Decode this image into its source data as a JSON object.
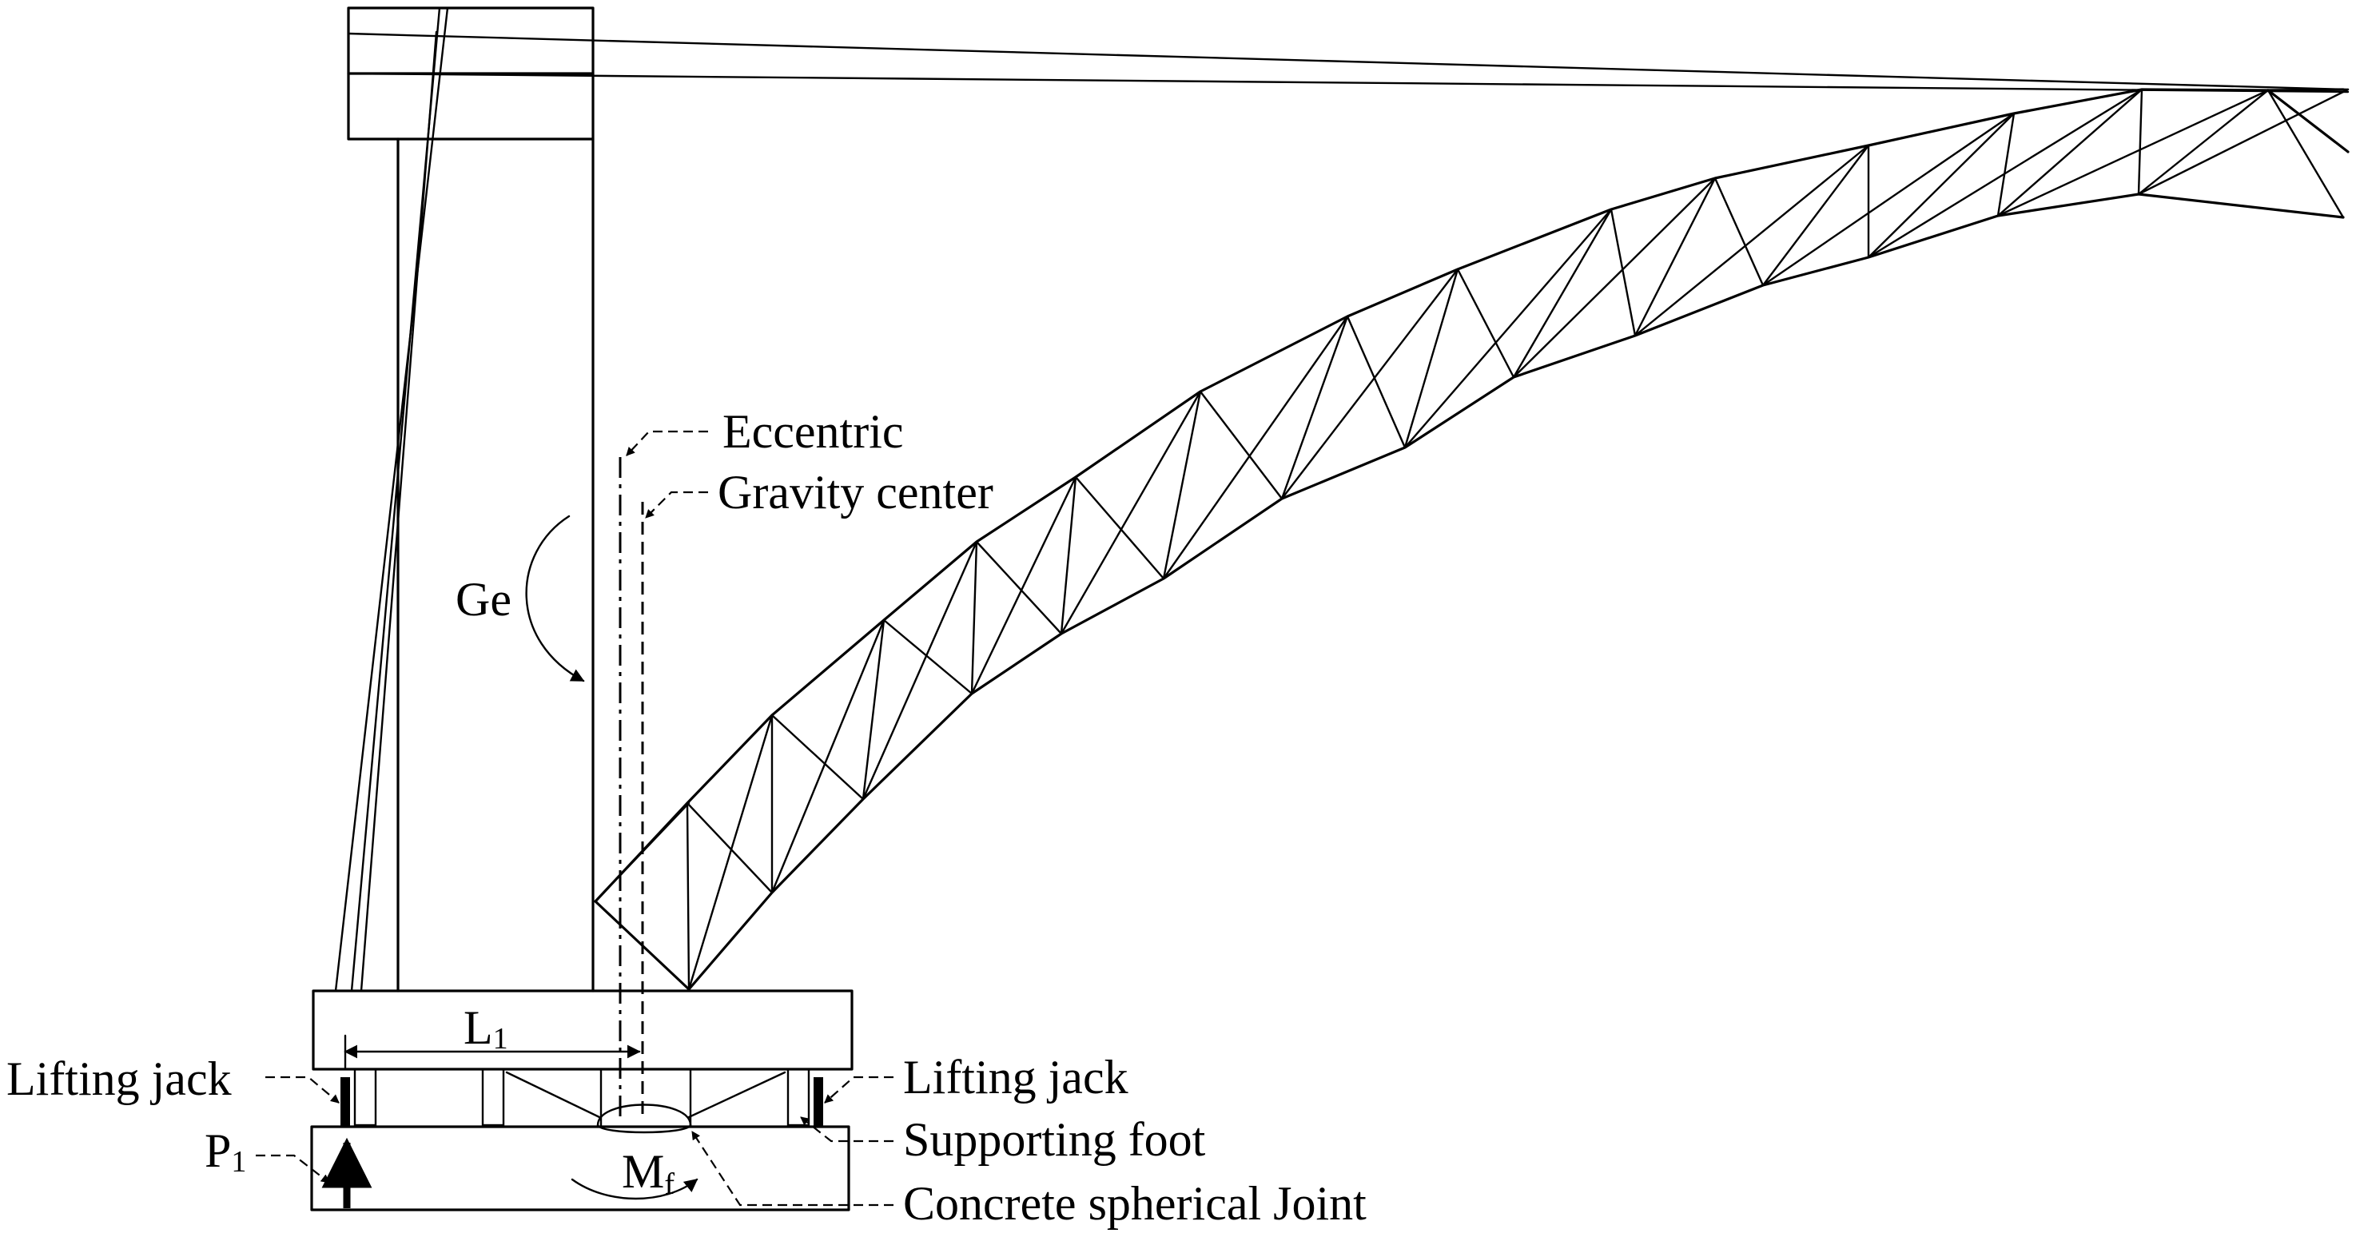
{
  "labels": {
    "eccentric": "Eccentric",
    "gravity_center": "Gravity center",
    "ge": "Ge",
    "l1_main": "L",
    "l1_sub": "1",
    "lifting_jack_left": "Lifting jack",
    "lifting_jack_right": "Lifting jack",
    "p1_main": "P",
    "p1_sub": "1",
    "supporting_foot": "Supporting foot",
    "mf_main": "M",
    "mf_sub": "f",
    "concrete_spherical_joint": "Concrete spherical Joint"
  }
}
